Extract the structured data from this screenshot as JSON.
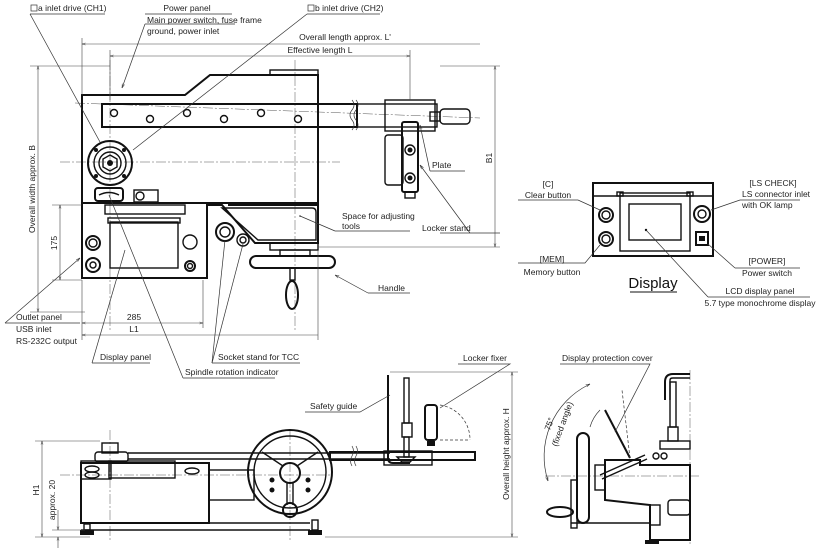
{
  "top_view": {
    "callouts": {
      "a_inlet": "a inlet drive (CH1)",
      "power_panel_title": "Power panel",
      "power_panel_desc1": "Main power switch, fuse frame",
      "power_panel_desc2": "ground, power inlet",
      "b_inlet": "b inlet drive (CH2)",
      "plate": "Plate",
      "space_tools1": "Space for adjusting",
      "space_tools2": "tools",
      "locker_stand": "Locker stand",
      "handle": "Handle",
      "outlet_panel": "Outlet panel",
      "usb_inlet": "USB inlet",
      "rs232c": "RS-232C output",
      "display_panel": "Display panel",
      "socket_stand": "Socket stand for TCC",
      "spindle_indicator": "Spindle rotation indicator"
    },
    "dimensions": {
      "overall_length": "Overall length approx. L'",
      "effective_length": "Effective length  L",
      "overall_width": "Overall width approx. B",
      "b1": "B1",
      "d175": "175",
      "d285": "285",
      "l1": "L1"
    }
  },
  "display_view": {
    "title": "Display",
    "callouts": {
      "c_key": "[C]",
      "c_desc": "Clear button",
      "mem_key": "[MEM]",
      "mem_desc": "Memory button",
      "ls_key": "[LS CHECK]",
      "ls_desc1": "LS connector inlet",
      "ls_desc2": "with OK lamp",
      "power_key": "[POWER]",
      "power_desc": "Power switch",
      "lcd_title": "LCD display panel",
      "lcd_desc": "5.7 type monochrome display"
    }
  },
  "front_view": {
    "callouts": {
      "safety_guide": "Safety guide",
      "locker_fixer": "Locker fixer"
    },
    "dimensions": {
      "h1": "H1",
      "approx20": "approx. 20",
      "overall_height": "Overall height approx. H"
    }
  },
  "side_view": {
    "callouts": {
      "display_cover": "Display protection cover",
      "angle": "75°",
      "angle_note": "(fixed angle)"
    }
  }
}
